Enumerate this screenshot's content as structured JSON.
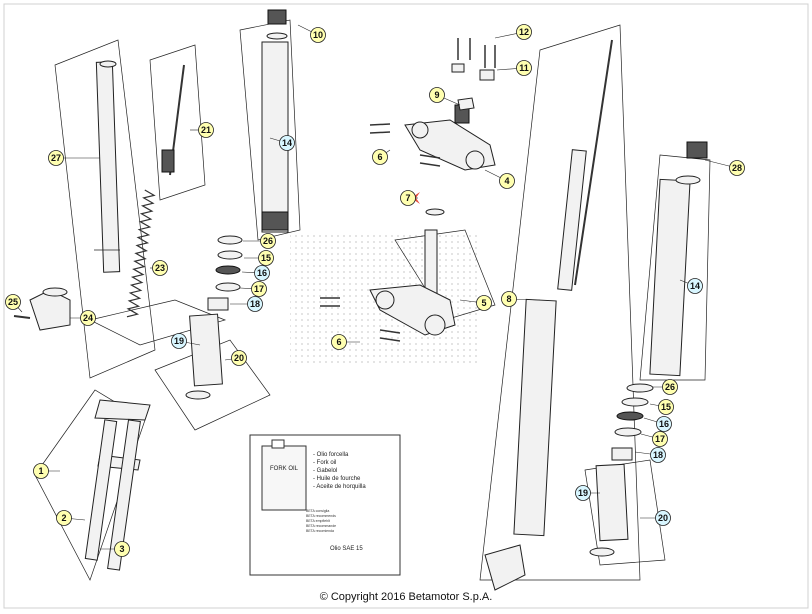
{
  "colors": {
    "callout_yellow": "#ffffb0",
    "callout_cyan": "#d8f6ff",
    "highlight_red": "#e74c3c",
    "line": "#222222"
  },
  "copyright": "© Copyright 2016 Betamotor S.p.A.",
  "callouts": [
    {
      "num": "10",
      "style": "yellow"
    },
    {
      "num": "12",
      "style": "yellow"
    },
    {
      "num": "11",
      "style": "yellow"
    },
    {
      "num": "9",
      "style": "yellow"
    },
    {
      "num": "21",
      "style": "yellow"
    },
    {
      "num": "14",
      "style": "cyan"
    },
    {
      "num": "27",
      "style": "yellow"
    },
    {
      "num": "6",
      "style": "yellow"
    },
    {
      "num": "4",
      "style": "yellow"
    },
    {
      "num": "28",
      "style": "yellow"
    },
    {
      "num": "7",
      "style": "yellow"
    },
    {
      "num": "14",
      "style": "cyan"
    },
    {
      "num": "26",
      "style": "yellow"
    },
    {
      "num": "15",
      "style": "yellow"
    },
    {
      "num": "16",
      "style": "cyan"
    },
    {
      "num": "17",
      "style": "yellow"
    },
    {
      "num": "18",
      "style": "cyan"
    },
    {
      "num": "23",
      "style": "yellow"
    },
    {
      "num": "5",
      "style": "yellow"
    },
    {
      "num": "8",
      "style": "yellow"
    },
    {
      "num": "25",
      "style": "yellow"
    },
    {
      "num": "24",
      "style": "yellow"
    },
    {
      "num": "6",
      "style": "yellow"
    },
    {
      "num": "19",
      "style": "cyan"
    },
    {
      "num": "20",
      "style": "yellow"
    },
    {
      "num": "26",
      "style": "yellow"
    },
    {
      "num": "15",
      "style": "yellow"
    },
    {
      "num": "16",
      "style": "cyan"
    },
    {
      "num": "17",
      "style": "yellow"
    },
    {
      "num": "18",
      "style": "cyan"
    },
    {
      "num": "1",
      "style": "yellow"
    },
    {
      "num": "2",
      "style": "yellow"
    },
    {
      "num": "3",
      "style": "yellow"
    },
    {
      "num": "19",
      "style": "cyan"
    },
    {
      "num": "20",
      "style": "cyan"
    }
  ],
  "oil_box": {
    "can_label": "FORK OIL",
    "languages": [
      "- Olio forcella",
      "- Fork oil",
      "- Gabelol",
      "- Huile de fourche",
      "- Aceite de horquilla"
    ],
    "recommended": [
      "BETA consiglia",
      "BETA recommends",
      "BETA empfiehlt",
      "BETA recommande",
      "BETA recomienda"
    ],
    "oil_grade": "Olio SAE 15"
  }
}
